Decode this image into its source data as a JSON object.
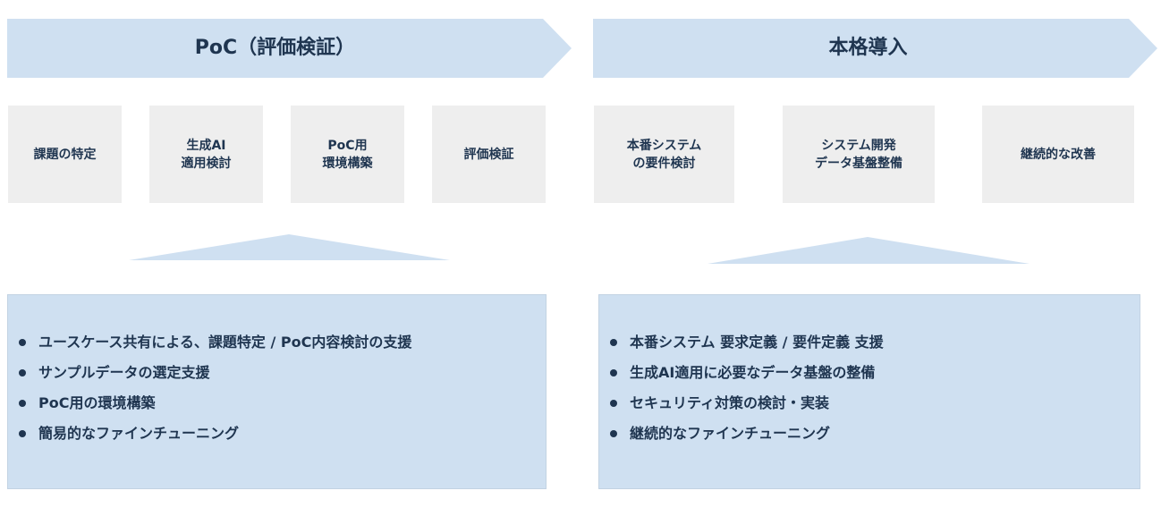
{
  "phases": [
    {
      "title": "PoC（評価検証）",
      "steps": [
        [
          "課題の特定"
        ],
        [
          "生成AI",
          "適用検討"
        ],
        [
          "PoC用",
          "環境構築"
        ],
        [
          "評価検証"
        ]
      ],
      "items": [
        "ユースケース共有による、課題特定 / PoC内容検討の支援",
        "サンプルデータの選定支援",
        "PoC用の環境構築",
        "簡易的なファインチューニング"
      ]
    },
    {
      "title": "本格導入",
      "steps": [
        [
          "本番システム",
          "の要件検討"
        ],
        [
          "システム開発",
          "データ基盤整備"
        ],
        [
          "継続的な改善"
        ]
      ],
      "items": [
        "本番システム 要求定義 / 要件定義 支援",
        "生成AI適用に必要なデータ基盤の整備",
        "セキュリティ対策の検討・実装",
        "継続的なファインチューニング"
      ]
    }
  ],
  "colors": {
    "arrow_fill": "#cfe0f1",
    "step_fill": "#eeeeee",
    "text": "#1f3550"
  }
}
